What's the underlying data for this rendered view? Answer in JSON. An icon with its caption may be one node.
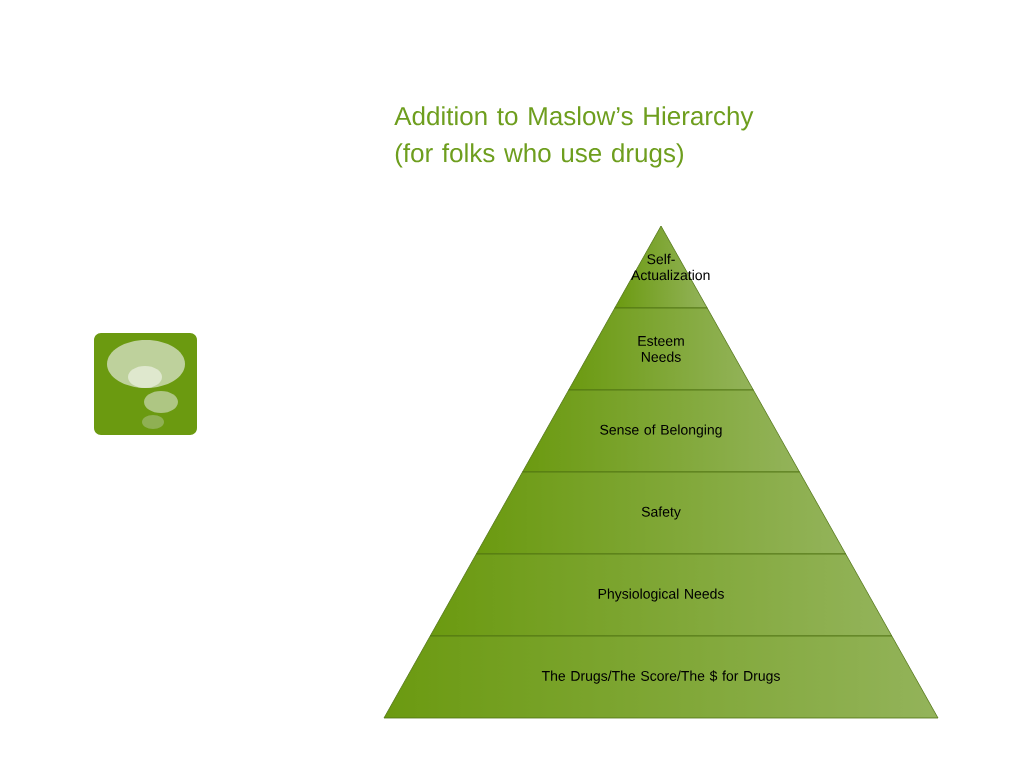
{
  "diagram": {
    "title": "Addition to Maslow’s Hierarchy (for folks who use drugs)",
    "nodes": [
      {
        "text": [
          "Self-Actualization"
        ]
      },
      {
        "text": [
          "Esteem Needs"
        ]
      },
      {
        "text": [
          "Sense of Belonging"
        ]
      },
      {
        "text": [
          "Safety"
        ]
      },
      {
        "text": [
          "Physiological Needs"
        ]
      },
      {
        "text": [
          "The Drugs/The Score/The $ for Drugs"
        ]
      }
    ]
  }
}
